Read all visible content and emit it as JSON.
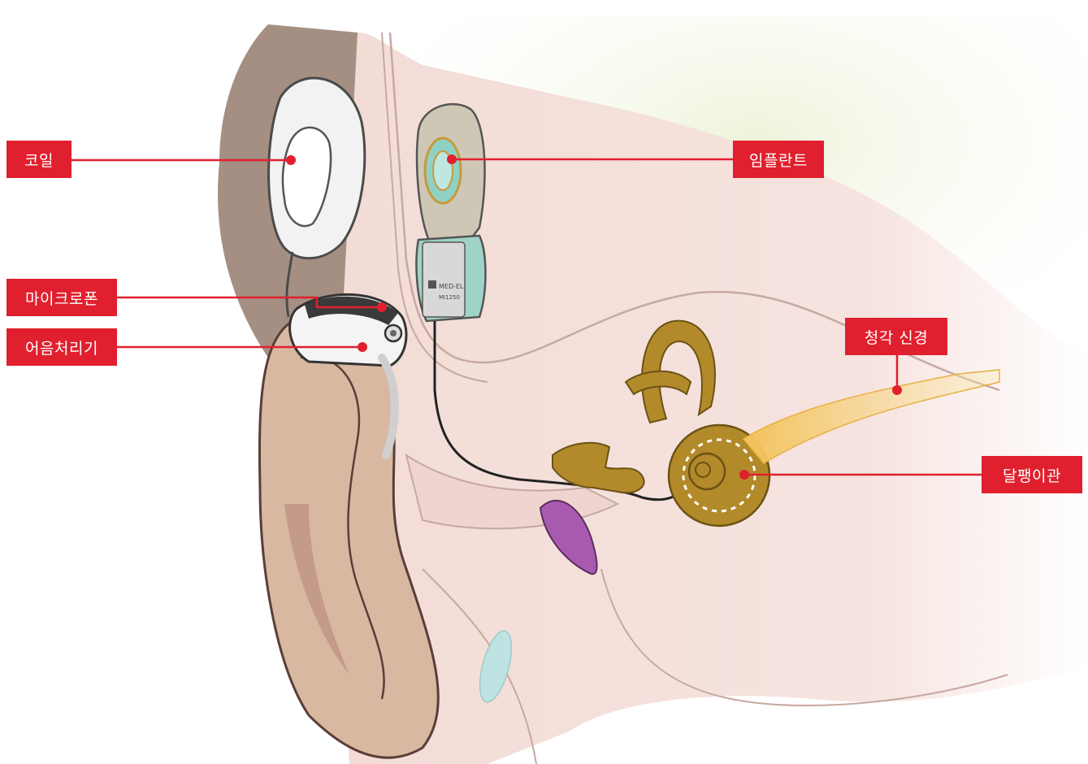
{
  "labels": {
    "coil": "코일",
    "implant": "임플란트",
    "microphone": "마이크로폰",
    "processor": "어음처리기",
    "auditory_nerve": "청각 신경",
    "cochlea": "달팽이관"
  },
  "implant_text": {
    "brand": "MED-EL",
    "model": "MI1250"
  },
  "colors": {
    "label_bg": "#e0202e",
    "leader_line": "#e0202e",
    "label_text": "#ffffff"
  }
}
